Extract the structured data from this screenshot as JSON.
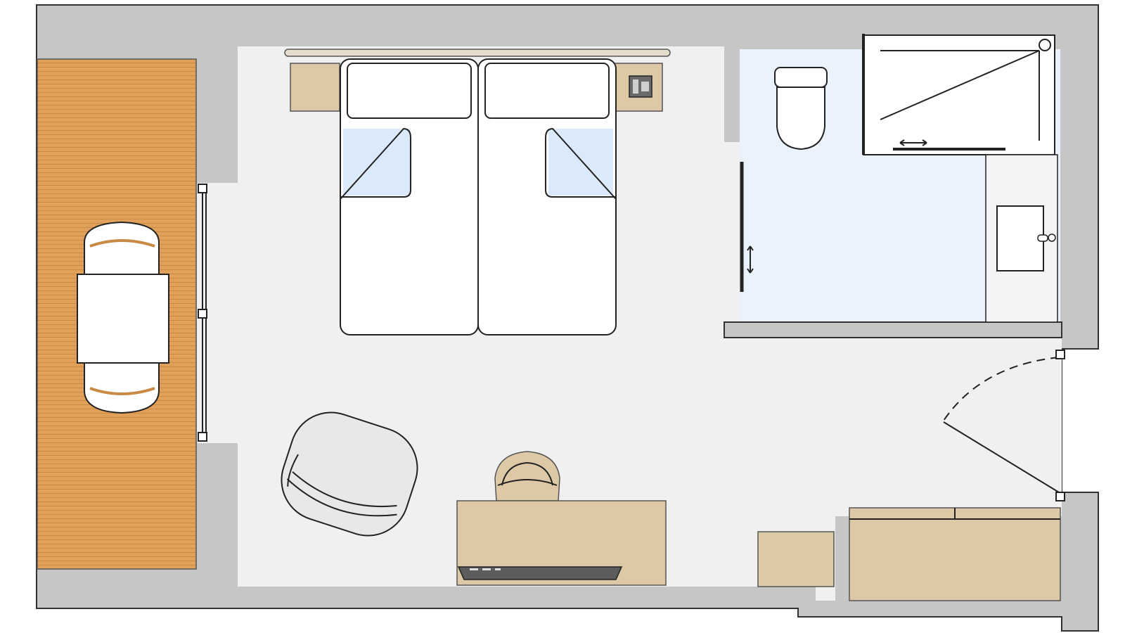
{
  "diagram": {
    "type": "floor-plan",
    "colors": {
      "wall": "#c6c6c6",
      "floor": "#f0f0f0",
      "bathroom_floor": "#eaf3fd",
      "balcony_deck": "#e2a15a",
      "furniture_wood": "#ddc9a6",
      "upholstery": "#e8e8e8",
      "tv": "#5c5c5c"
    },
    "rooms": [
      "bedroom",
      "bathroom",
      "balcony",
      "entry"
    ],
    "furniture": [
      "twin-beds",
      "bedside-tables",
      "phone",
      "armchair",
      "desk",
      "desk-chair",
      "tv",
      "wardrobe",
      "luggage-bench",
      "toilet",
      "shower",
      "washbasin",
      "balcony-table",
      "balcony-chairs"
    ]
  }
}
